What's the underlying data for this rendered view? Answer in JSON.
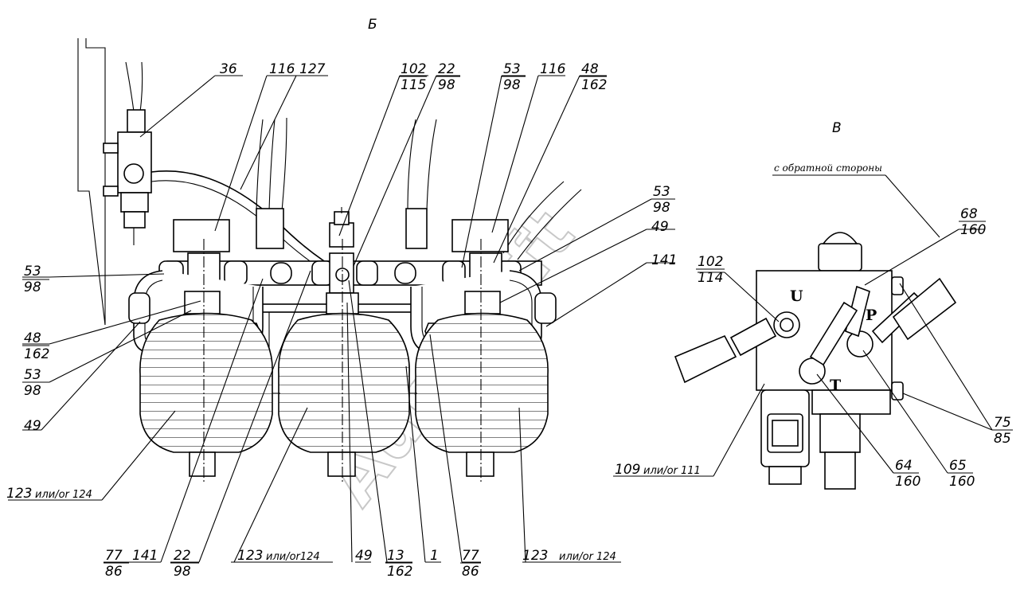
{
  "view_labels": {
    "left": "Б",
    "right": "В"
  },
  "note": "с обратной стороны",
  "ports": {
    "u": "U",
    "p": "P",
    "t": "T"
  },
  "watermark": "AutoSoft",
  "callouts": {
    "c36": "36",
    "c116a": "116",
    "c127": "127",
    "c102a_top": "102",
    "c102a_bot": "115",
    "c22a_top": "22",
    "c22a_bot": "98",
    "c53a_top": "53",
    "c53a_bot": "98",
    "c116b": "116",
    "c48a_top": "48",
    "c48a_bot": "162",
    "c53b_top": "53",
    "c53b_bot": "98",
    "c49a": "49",
    "c141a": "141",
    "c53c_top": "53",
    "c53c_bot": "98",
    "c48b_top": "48",
    "c48b_bot": "162",
    "c53d_top": "53",
    "c53d_bot": "98",
    "c49b": "49",
    "c123a": "123",
    "c123a_alt": "или/or 124",
    "c77a_top": "77",
    "c77a_bot": "86",
    "c141b": "141",
    "c22b_top": "22",
    "c22b_bot": "98",
    "c123b": "123",
    "c123b_alt": "или/or124",
    "c49c": "49",
    "c13_top": "13",
    "c13_bot": "162",
    "c1": "1",
    "c77b_top": "77",
    "c77b_bot": "86",
    "c123c": "123",
    "c123c_alt": "или/or 124",
    "c68_top": "68",
    "c68_bot": "160",
    "c102b_top": "102",
    "c102b_bot": "114",
    "c75_top": "75",
    "c75_bot": "85",
    "c109": "109",
    "c109_alt": "или/or 111",
    "c64_top": "64",
    "c64_bot": "160",
    "c65_top": "65",
    "c65_bot": "160"
  }
}
